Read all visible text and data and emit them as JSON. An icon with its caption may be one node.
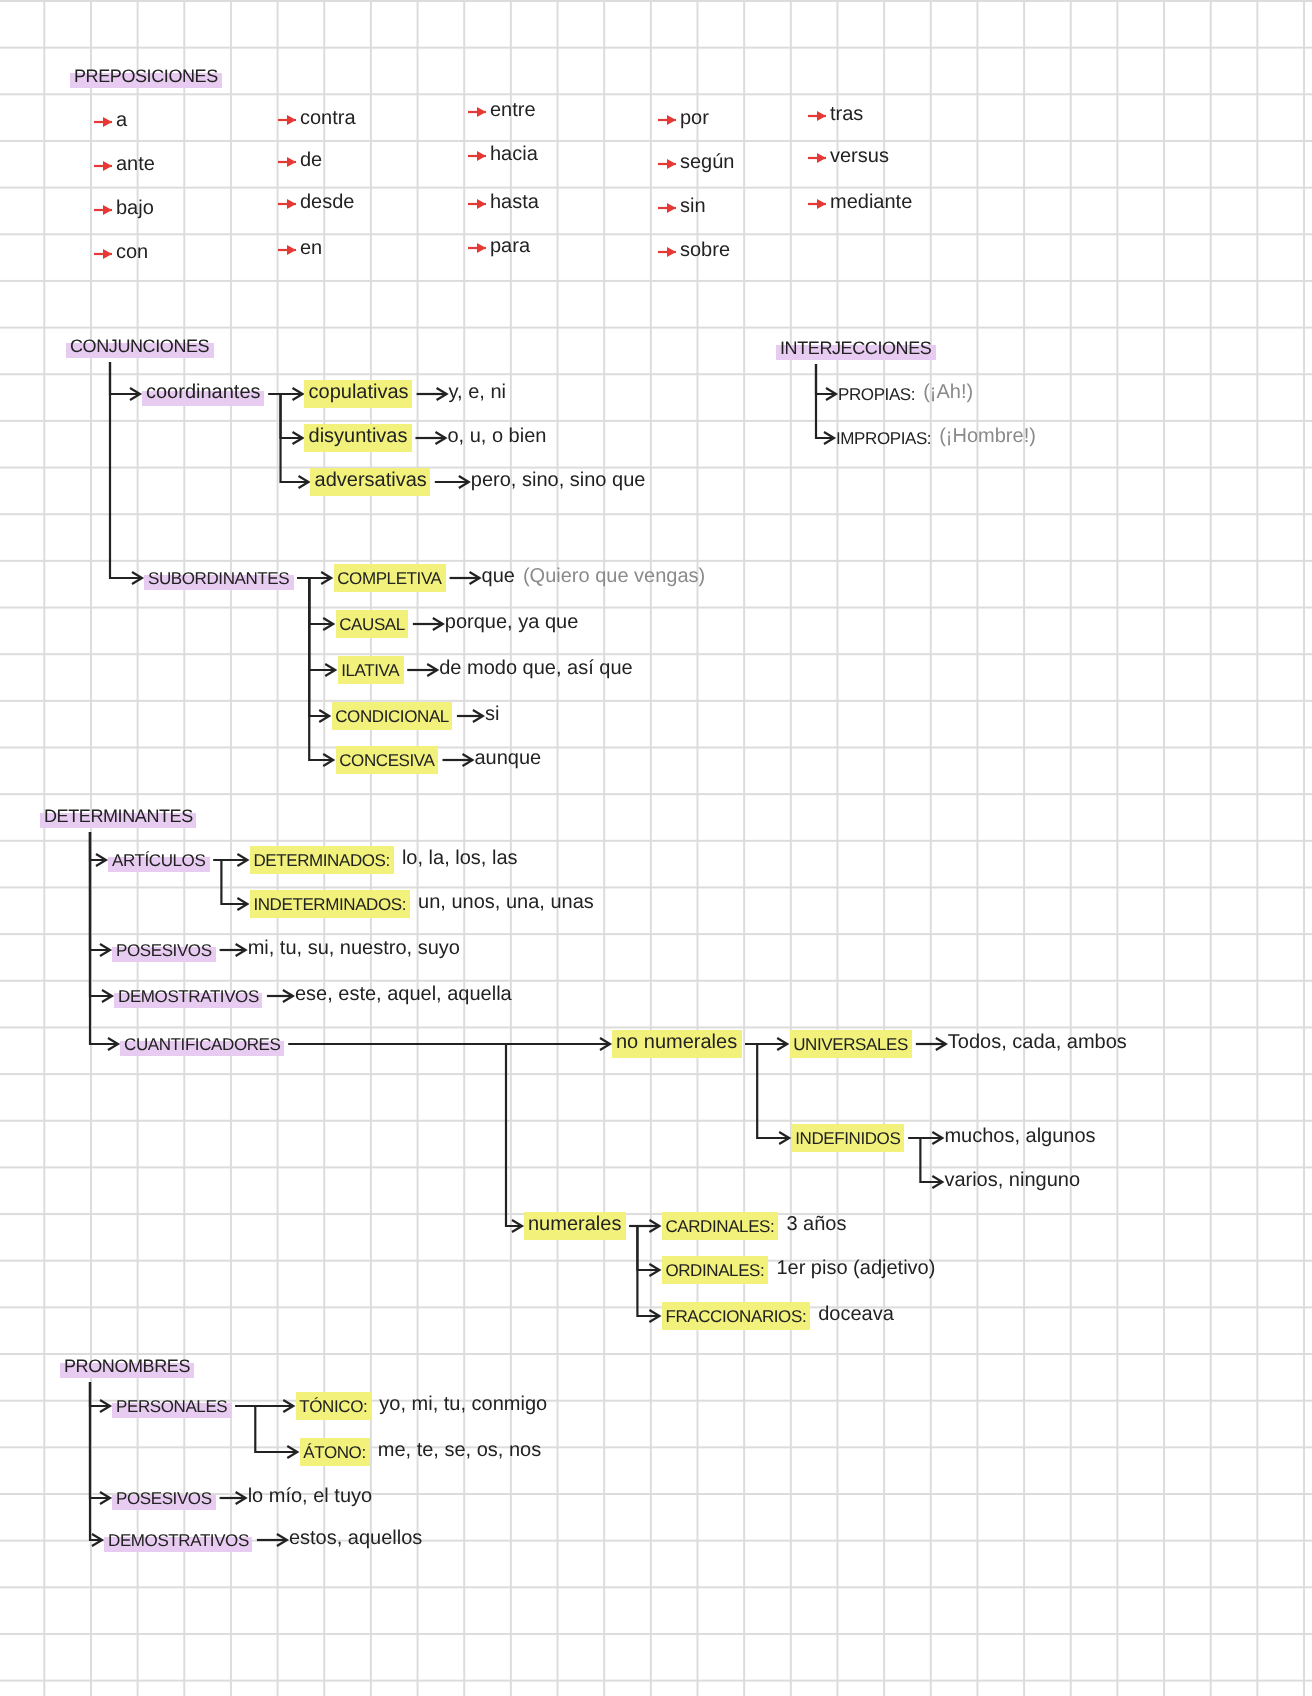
{
  "diagram": {
    "nodes": [
      {
        "text": [
          "PREPOSICIONES"
        ]
      },
      {
        "text": [
          "a"
        ]
      },
      {
        "text": [
          "ante"
        ]
      },
      {
        "text": [
          "bajo"
        ]
      },
      {
        "text": [
          "con"
        ]
      },
      {
        "text": [
          "contra"
        ]
      },
      {
        "text": [
          "de"
        ]
      },
      {
        "text": [
          "desde"
        ]
      },
      {
        "text": [
          "en"
        ]
      },
      {
        "text": [
          "entre"
        ]
      },
      {
        "text": [
          "hacia"
        ]
      },
      {
        "text": [
          "hasta"
        ]
      },
      {
        "text": [
          "para"
        ]
      },
      {
        "text": [
          "por"
        ]
      },
      {
        "text": [
          "según"
        ]
      },
      {
        "text": [
          "sin"
        ]
      },
      {
        "text": [
          "sobre"
        ]
      },
      {
        "text": [
          "tras"
        ]
      },
      {
        "text": [
          "versus"
        ]
      },
      {
        "text": [
          "mediante"
        ]
      },
      {
        "text": [
          "CONJUNCIONES"
        ]
      },
      {
        "text": [
          "coordinantes"
        ]
      },
      {
        "text": [
          "copulativas"
        ]
      },
      {
        "text": [
          "y, e, ni"
        ]
      },
      {
        "text": [
          "disyuntivas"
        ]
      },
      {
        "text": [
          "o, u, o bien"
        ]
      },
      {
        "text": [
          "adversativas"
        ]
      },
      {
        "text": [
          "pero, sino, sino que"
        ]
      },
      {
        "text": [
          "SUBORDINANTES"
        ]
      },
      {
        "text": [
          "COMPLETIVA"
        ]
      },
      {
        "text": [
          "que"
        ],
        "beside": [
          "(Quiero que vengas)"
        ]
      },
      {
        "text": [
          "CAUSAL"
        ]
      },
      {
        "text": [
          "porque, ya que"
        ]
      },
      {
        "text": [
          "ILATIVA"
        ]
      },
      {
        "text": [
          "de modo que, así que"
        ]
      },
      {
        "text": [
          "CONDICIONAL"
        ]
      },
      {
        "text": [
          "si"
        ]
      },
      {
        "text": [
          "CONCESIVA"
        ]
      },
      {
        "text": [
          "aunque"
        ]
      },
      {
        "text": [
          "INTERJECCIONES"
        ]
      },
      {
        "text": [
          "PROPIAS:"
        ],
        "beside": [
          "(¡Ah!)"
        ]
      },
      {
        "text": [
          "IMPROPIAS:"
        ],
        "beside": [
          "(¡Hombre!)"
        ]
      },
      {
        "text": [
          "DETERMINANTES"
        ]
      },
      {
        "text": [
          "ARTÍCULOS"
        ]
      },
      {
        "text": [
          "DETERMINADOS:",
          "lo, la, los, las"
        ]
      },
      {
        "text": [
          "INDETERMINADOS:",
          "un, unos, una, unas"
        ]
      },
      {
        "text": [
          "POSESIVOS"
        ]
      },
      {
        "text": [
          "mi, tu, su, nuestro, suyo"
        ]
      },
      {
        "text": [
          "DEMOSTRATIVOS"
        ]
      },
      {
        "text": [
          "ese, este, aquel, aquella"
        ]
      },
      {
        "text": [
          "CUANTIFICADORES"
        ]
      },
      {
        "text": [
          "no numerales"
        ]
      },
      {
        "text": [
          "UNIVERSALES"
        ]
      },
      {
        "text": [
          "Todos, cada, ambos"
        ]
      },
      {
        "text": [
          "INDEFINIDOS"
        ]
      },
      {
        "text": [
          "muchos, algunos"
        ]
      },
      {
        "text": [
          "varios, ninguno"
        ]
      },
      {
        "text": [
          "numerales"
        ]
      },
      {
        "text": [
          "CARDINALES:",
          "3 años"
        ]
      },
      {
        "text": [
          "ORDINALES:",
          "1er piso (adjetivo)"
        ]
      },
      {
        "text": [
          "FRACCIONARIOS:",
          "doceava"
        ]
      },
      {
        "text": [
          "PRONOMBRES"
        ]
      },
      {
        "text": [
          "PERSONALES"
        ]
      },
      {
        "text": [
          "TÓNICO:",
          "yo, mi, tu, conmigo"
        ]
      },
      {
        "text": [
          "ÁTONO:",
          "me, te, se, os, nos"
        ]
      },
      {
        "text": [
          "POSESIVOS"
        ]
      },
      {
        "text": [
          "lo mío, el tuyo"
        ]
      },
      {
        "text": [
          "DEMOSTRATIVOS"
        ]
      },
      {
        "text": [
          "estos, aquellos"
        ]
      }
    ],
    "edges": [
      {
        "from": null,
        "to": 1,
        "arrow": "to",
        "color": "#e53935"
      },
      {
        "from": null,
        "to": 2,
        "arrow": "to",
        "color": "#e53935"
      },
      {
        "from": null,
        "to": 3,
        "arrow": "to",
        "color": "#e53935"
      },
      {
        "from": null,
        "to": 4,
        "arrow": "to",
        "color": "#e53935"
      },
      {
        "from": null,
        "to": 5,
        "arrow": "to",
        "color": "#e53935"
      },
      {
        "from": null,
        "to": 6,
        "arrow": "to",
        "color": "#e53935"
      },
      {
        "from": null,
        "to": 7,
        "arrow": "to",
        "color": "#e53935"
      },
      {
        "from": null,
        "to": 8,
        "arrow": "to",
        "color": "#e53935"
      },
      {
        "from": null,
        "to": 9,
        "arrow": "to",
        "color": "#e53935"
      },
      {
        "from": null,
        "to": 10,
        "arrow": "to",
        "color": "#e53935"
      },
      {
        "from": null,
        "to": 11,
        "arrow": "to",
        "color": "#e53935"
      },
      {
        "from": null,
        "to": 12,
        "arrow": "to",
        "color": "#e53935"
      },
      {
        "from": null,
        "to": 13,
        "arrow": "to",
        "color": "#e53935"
      },
      {
        "from": null,
        "to": 14,
        "arrow": "to",
        "color": "#e53935"
      },
      {
        "from": null,
        "to": 15,
        "arrow": "to",
        "color": "#e53935"
      },
      {
        "from": null,
        "to": 16,
        "arrow": "to",
        "color": "#e53935"
      },
      {
        "from": null,
        "to": 17,
        "arrow": "to",
        "color": "#e53935"
      },
      {
        "from": null,
        "to": 18,
        "arrow": "to",
        "color": "#e53935"
      },
      {
        "from": null,
        "to": 19,
        "arrow": "to",
        "color": "#e53935"
      },
      {
        "from": 20,
        "to": 21,
        "arrow": "to"
      },
      {
        "from": 20,
        "to": 28,
        "arrow": "to"
      },
      {
        "from": 21,
        "to": 22,
        "arrow": "to"
      },
      {
        "from": 21,
        "to": 24,
        "arrow": "to"
      },
      {
        "from": 21,
        "to": 26,
        "arrow": "to"
      },
      {
        "from": 22,
        "to": 23,
        "arrow": "to"
      },
      {
        "from": 24,
        "to": 25,
        "arrow": "to"
      },
      {
        "from": 26,
        "to": 27,
        "arrow": "to"
      },
      {
        "from": 28,
        "to": 29,
        "arrow": "to"
      },
      {
        "from": 28,
        "to": 31,
        "arrow": "to"
      },
      {
        "from": 28,
        "to": 33,
        "arrow": "to"
      },
      {
        "from": 28,
        "to": 35,
        "arrow": "to"
      },
      {
        "from": 28,
        "to": 37,
        "arrow": "to"
      },
      {
        "from": 29,
        "to": 30,
        "arrow": "to"
      },
      {
        "from": 31,
        "to": 32,
        "arrow": "to"
      },
      {
        "from": 33,
        "to": 34,
        "arrow": "to"
      },
      {
        "from": 35,
        "to": 36,
        "arrow": "to"
      },
      {
        "from": 37,
        "to": 38,
        "arrow": "to"
      },
      {
        "from": 39,
        "to": 40,
        "arrow": "to"
      },
      {
        "from": 39,
        "to": 41,
        "arrow": "to"
      },
      {
        "from": 42,
        "to": 43,
        "arrow": "to"
      },
      {
        "from": 42,
        "to": 46,
        "arrow": "to"
      },
      {
        "from": 42,
        "to": 48,
        "arrow": "to"
      },
      {
        "from": 42,
        "to": 50,
        "arrow": "to"
      },
      {
        "from": 43,
        "to": 44,
        "arrow": "to"
      },
      {
        "from": 43,
        "to": 45,
        "arrow": "to"
      },
      {
        "from": 46,
        "to": 47,
        "arrow": "to"
      },
      {
        "from": 48,
        "to": 49,
        "arrow": "to"
      },
      {
        "from": 50,
        "to": 51,
        "arrow": "to"
      },
      {
        "from": 50,
        "to": 57,
        "arrow": "to"
      },
      {
        "from": 51,
        "to": 52,
        "arrow": "to"
      },
      {
        "from": 51,
        "to": 54,
        "arrow": "to"
      },
      {
        "from": 52,
        "to": 53,
        "arrow": "to"
      },
      {
        "from": 54,
        "to": 55,
        "arrow": "to"
      },
      {
        "from": 54,
        "to": 56,
        "arrow": "to"
      },
      {
        "from": 57,
        "to": 58,
        "arrow": "to"
      },
      {
        "from": 57,
        "to": 59,
        "arrow": "to"
      },
      {
        "from": 57,
        "to": 60,
        "arrow": "to"
      },
      {
        "from": 61,
        "to": 62,
        "arrow": "to"
      },
      {
        "from": 61,
        "to": 65,
        "arrow": "to"
      },
      {
        "from": 61,
        "to": 67,
        "arrow": "to"
      },
      {
        "from": 62,
        "to": 63,
        "arrow": "to"
      },
      {
        "from": 62,
        "to": 64,
        "arrow": "to"
      },
      {
        "from": 65,
        "to": 66,
        "arrow": "to"
      },
      {
        "from": 67,
        "to": 68,
        "arrow": "to"
      }
    ]
  }
}
